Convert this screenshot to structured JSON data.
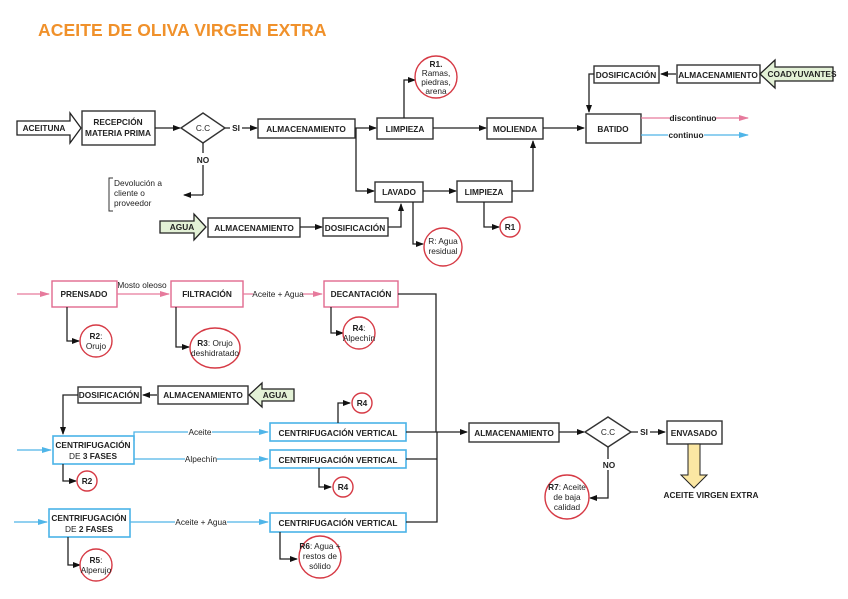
{
  "title": "ACEITE DE OLIVA VIRGEN EXTRA",
  "colors": {
    "title": "#f0912b",
    "discontinuous_line": "#e67a9c",
    "continuous_line": "#4fb5e8",
    "residue_circle": "#d63a45",
    "input_arrow_fill": "#e3f1d6",
    "output_arrow_fill": "#fbe7a3"
  },
  "legend": {
    "discontinuo": "discontinuo",
    "continuo": "continuo"
  },
  "inputs": {
    "aceituna": "ACEITUNA",
    "agua_1": "AGUA",
    "agua_2": "AGUA",
    "coadyuvantes": "COADYUVANTES"
  },
  "steps": {
    "recepcion_1": "RECEPCIÓN",
    "recepcion_2": "MATERIA PRIMA",
    "cc1": "C.C",
    "si1": "SI",
    "no1": "NO",
    "almacenamiento_1": "ALMACENAMIENTO",
    "limpieza_1": "LIMPIEZA",
    "molienda": "MOLIENDA",
    "batido": "BATIDO",
    "lavado": "LAVADO",
    "limpieza_2": "LIMPIEZA",
    "almacenamiento_agua": "ALMACENAMIENTO",
    "dosificacion_agua": "DOSIFICACIÓN",
    "dosificacion_coad": "DOSIFICACIÓN",
    "almacenamiento_coad": "ALMACENAMIENTO",
    "devolucion_1": "Devolución a",
    "devolucion_2": "cliente o",
    "devolucion_3": "proveedor",
    "prensado": "PRENSADO",
    "mosto_oleoso": "Mosto oleoso",
    "filtracion": "FILTRACIÓN",
    "aceite_agua_1": "Aceite + Agua",
    "decantacion": "DECANTACIÓN",
    "dosificacion_3f": "DOSIFICACIÓN",
    "almacenamiento_3f": "ALMACENAMIENTO",
    "centrif_3f_1": "CENTRIFUGACIÓN",
    "centrif_3f_2a": "DE ",
    "centrif_3f_2b": "3 FASES",
    "aceite_lbl": "Aceite",
    "alpechin_lbl": "Alpechín",
    "centrif_vert_1": "CENTRIFUGACIÓN VERTICAL",
    "centrif_vert_2": "CENTRIFUGACIÓN VERTICAL",
    "centrif_2f_1": "CENTRIFUGACIÓN",
    "centrif_2f_2a": "DE ",
    "centrif_2f_2b": "2 FASES",
    "aceite_agua_2": "Aceite + Agua",
    "centrif_vert_3": "CENTRIFUGACIÓN VERTICAL",
    "almacenamiento_final": "ALMACENAMIENTO",
    "cc2": "C.C",
    "si2": "SI",
    "no2": "NO",
    "envasado": "ENVASADO",
    "producto_final": "ACEITE VIRGEN EXTRA"
  },
  "residues": {
    "r1_top_a": "R1.",
    "r1_top_b": "Ramas,",
    "r1_top_c": "piedras,",
    "r1_top_d": "arena",
    "r_agua_a": "R: Agua",
    "r_agua_b": "residual",
    "r1_small": "R1",
    "r2_a": "R2",
    "r2_b": ":",
    "r2_c": "Orujo",
    "r3_a": "R3",
    "r3_b": ": Orujo",
    "r3_c": "deshidratado",
    "r4_a": "R4",
    "r4_b": ":",
    "r4_c": "Alpechín",
    "r4_small_1": "R4",
    "r4_small_2": "R4",
    "r2_small": "R2",
    "r5_a": "R5",
    "r5_b": ":",
    "r5_c": "Alperujo",
    "r6_a": "R6",
    "r6_b": ": Agua +",
    "r6_c": "restos de",
    "r6_d": "sólido",
    "r7_a": "R7",
    "r7_b": ": Aceite",
    "r7_c": "de baja",
    "r7_d": "calidad"
  }
}
